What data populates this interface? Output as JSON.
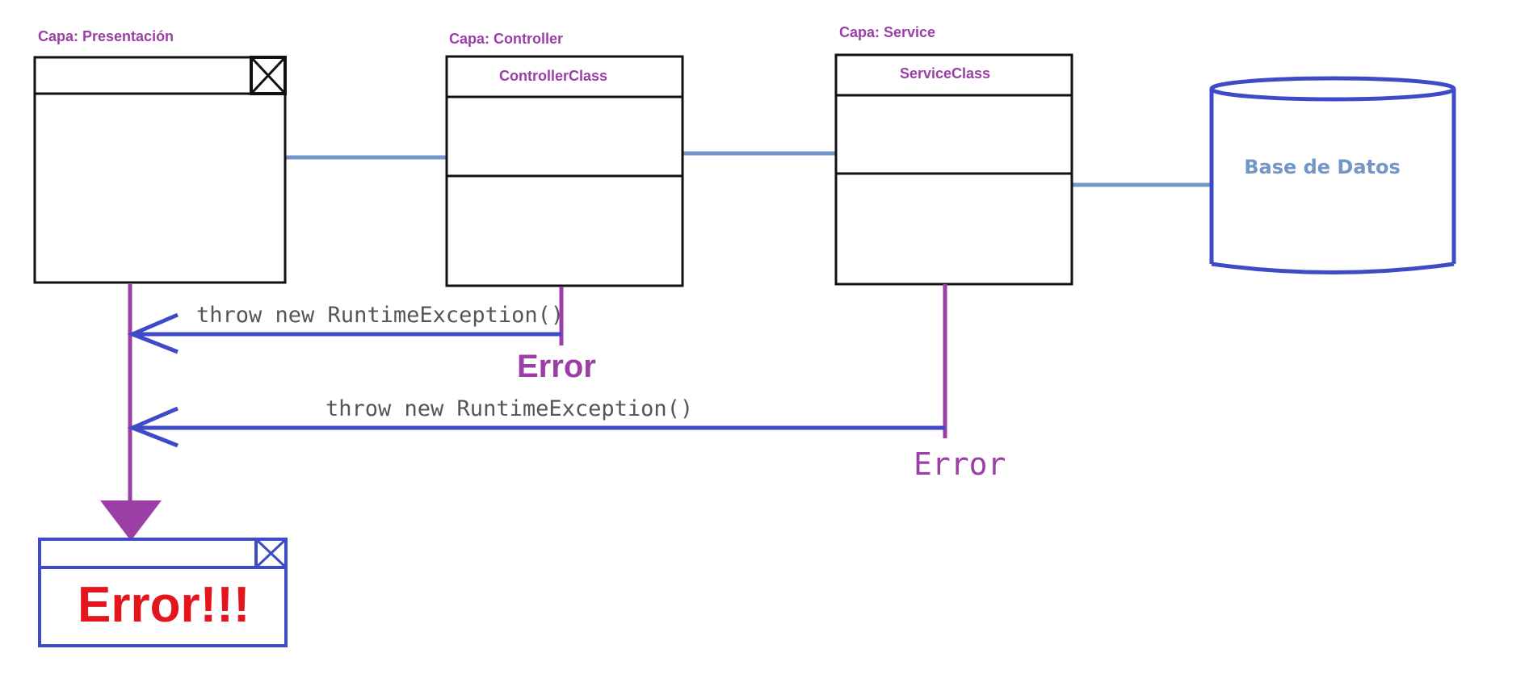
{
  "layers": {
    "presentation": "Capa: Presentación",
    "controller": "Capa: Controller",
    "service": "Capa: Service"
  },
  "classes": {
    "controller": "ControllerClass",
    "service": "ServiceClass"
  },
  "database": {
    "label": "Base de Datos"
  },
  "flows": {
    "controller_throw": "throw new RuntimeException()",
    "controller_error": "Error",
    "service_throw": "throw new RuntimeException()",
    "service_error": "Error"
  },
  "error_window": {
    "message": "Error!!!"
  },
  "colors": {
    "purple": "#9b3fa6",
    "blue": "#3f4bc6",
    "connector": "#7396c8",
    "gray_text": "#555555",
    "red": "#e4161d",
    "black": "#111111"
  }
}
